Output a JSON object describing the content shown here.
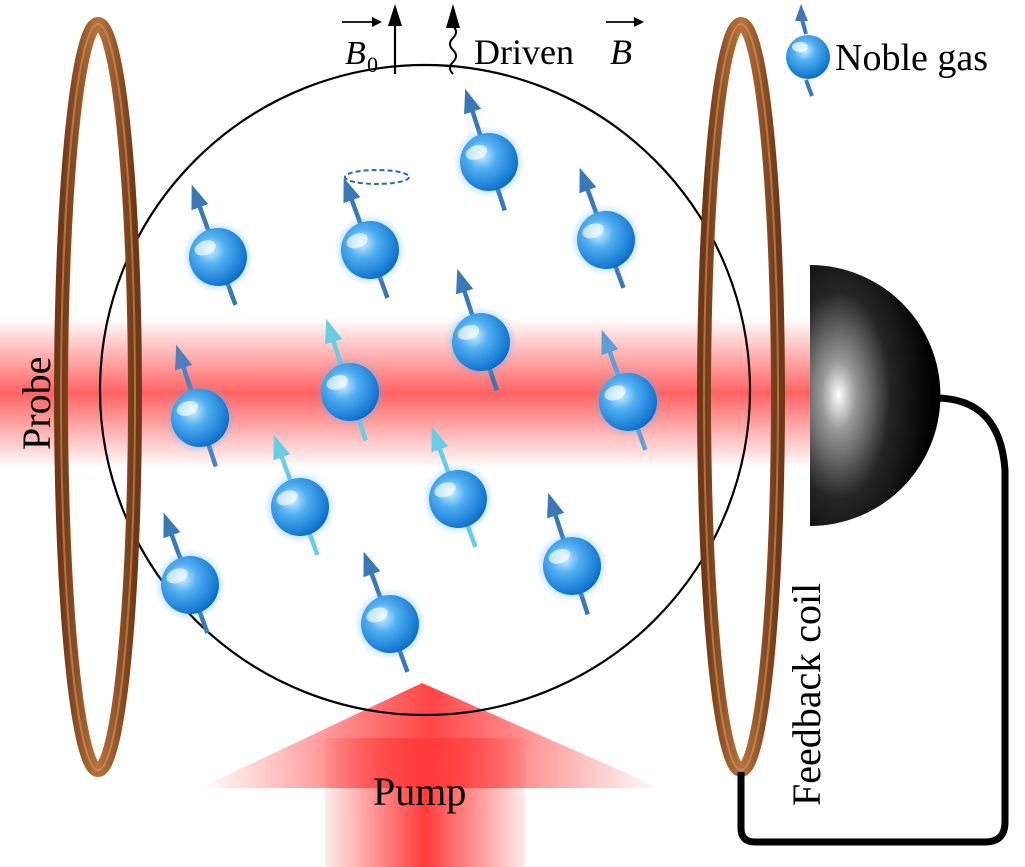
{
  "labels": {
    "b0_symbol": "B",
    "b0_subscript": "0",
    "driven_prefix": "Driven",
    "driven_symbol": "B",
    "legend_label": "Noble gas",
    "probe_label": "Probe",
    "pump_label": "Pump",
    "feedback_label": "Feedback coil"
  },
  "icons": {
    "coil": "copper-ring-icon",
    "atom": "spin-atom-icon",
    "detector": "photodetector-dome-icon",
    "field_arrow": "straight-arrow-icon",
    "driven_arrow": "wavy-arrow-icon"
  },
  "colors": {
    "copper": "#8b4a22",
    "copper_highlight": "#c9884f",
    "atom_blue": "#1e88e5",
    "atom_light": "#b9e2ff",
    "spin_arrow": "#3a78b8",
    "spin_arrow_light": "#69cde6",
    "probe_beam": "#ff5a5a",
    "pump_beam": "#ff3b3b",
    "detector": "#000000"
  }
}
